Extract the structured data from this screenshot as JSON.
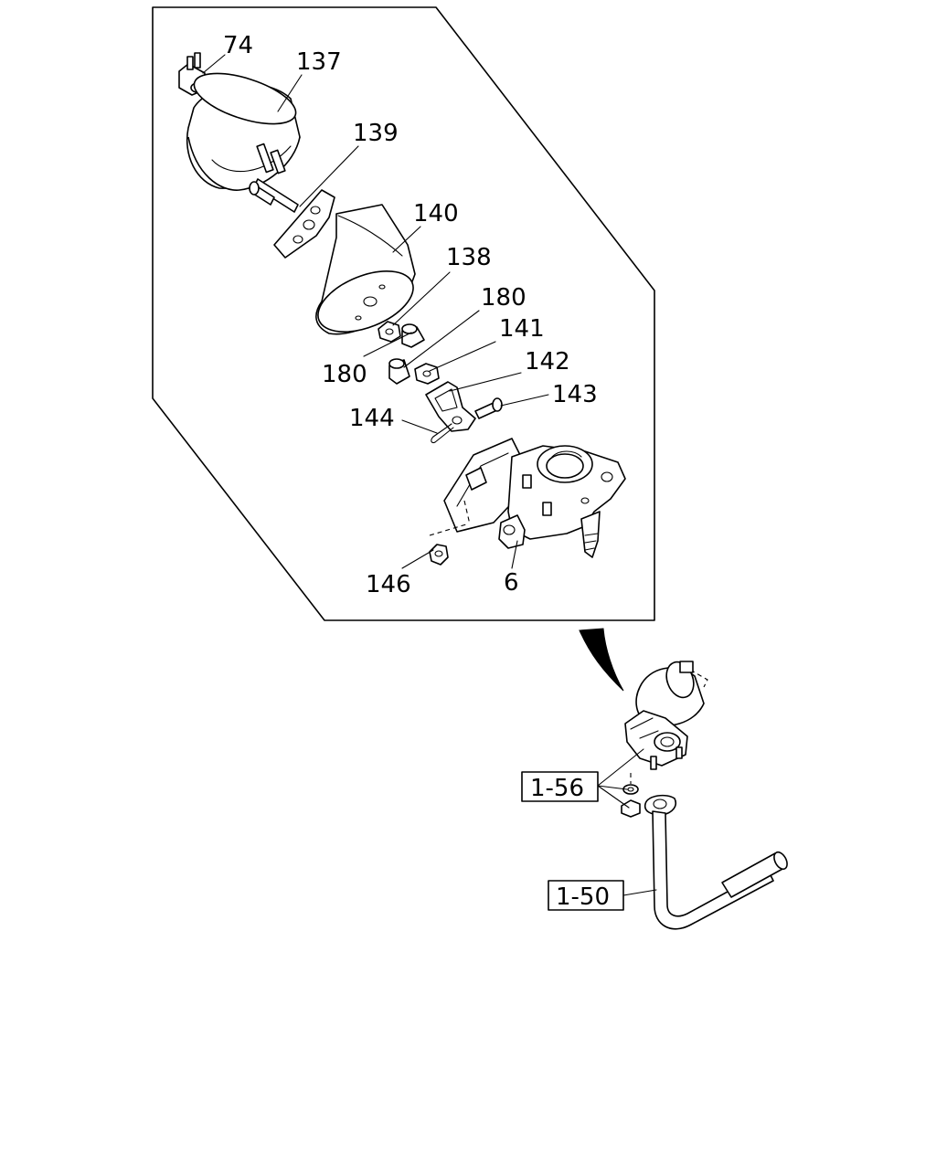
{
  "callouts": {
    "c74": "74",
    "c137": "137",
    "c139": "139",
    "c140": "140",
    "c138": "138",
    "c180a": "180",
    "c180b": "180",
    "c141": "141",
    "c142": "142",
    "c143": "143",
    "c144": "144",
    "c146": "146",
    "c6": "6"
  },
  "references": {
    "ref_1_56": "1-56",
    "ref_1_50": "1-50"
  }
}
